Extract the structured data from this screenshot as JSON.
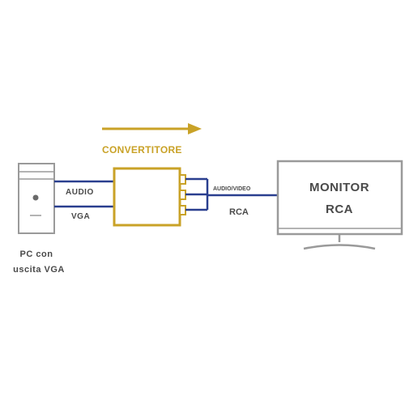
{
  "diagram": {
    "converter_label": "CONVERTITORE",
    "input_labels": [
      "AUDIO",
      "VGA"
    ],
    "output_label_top": "AUDIO/VIDEO",
    "output_label_bottom": "RCA",
    "monitor_label": [
      "MONITOR",
      "RCA"
    ],
    "pc_label": [
      "PC con",
      "uscita VGA"
    ]
  },
  "colors": {
    "accent_gold": "#c9a227",
    "cable_blue": "#2a3f8f",
    "device_gray": "#9a9a9a",
    "text_gray": "#4a4a4a"
  }
}
